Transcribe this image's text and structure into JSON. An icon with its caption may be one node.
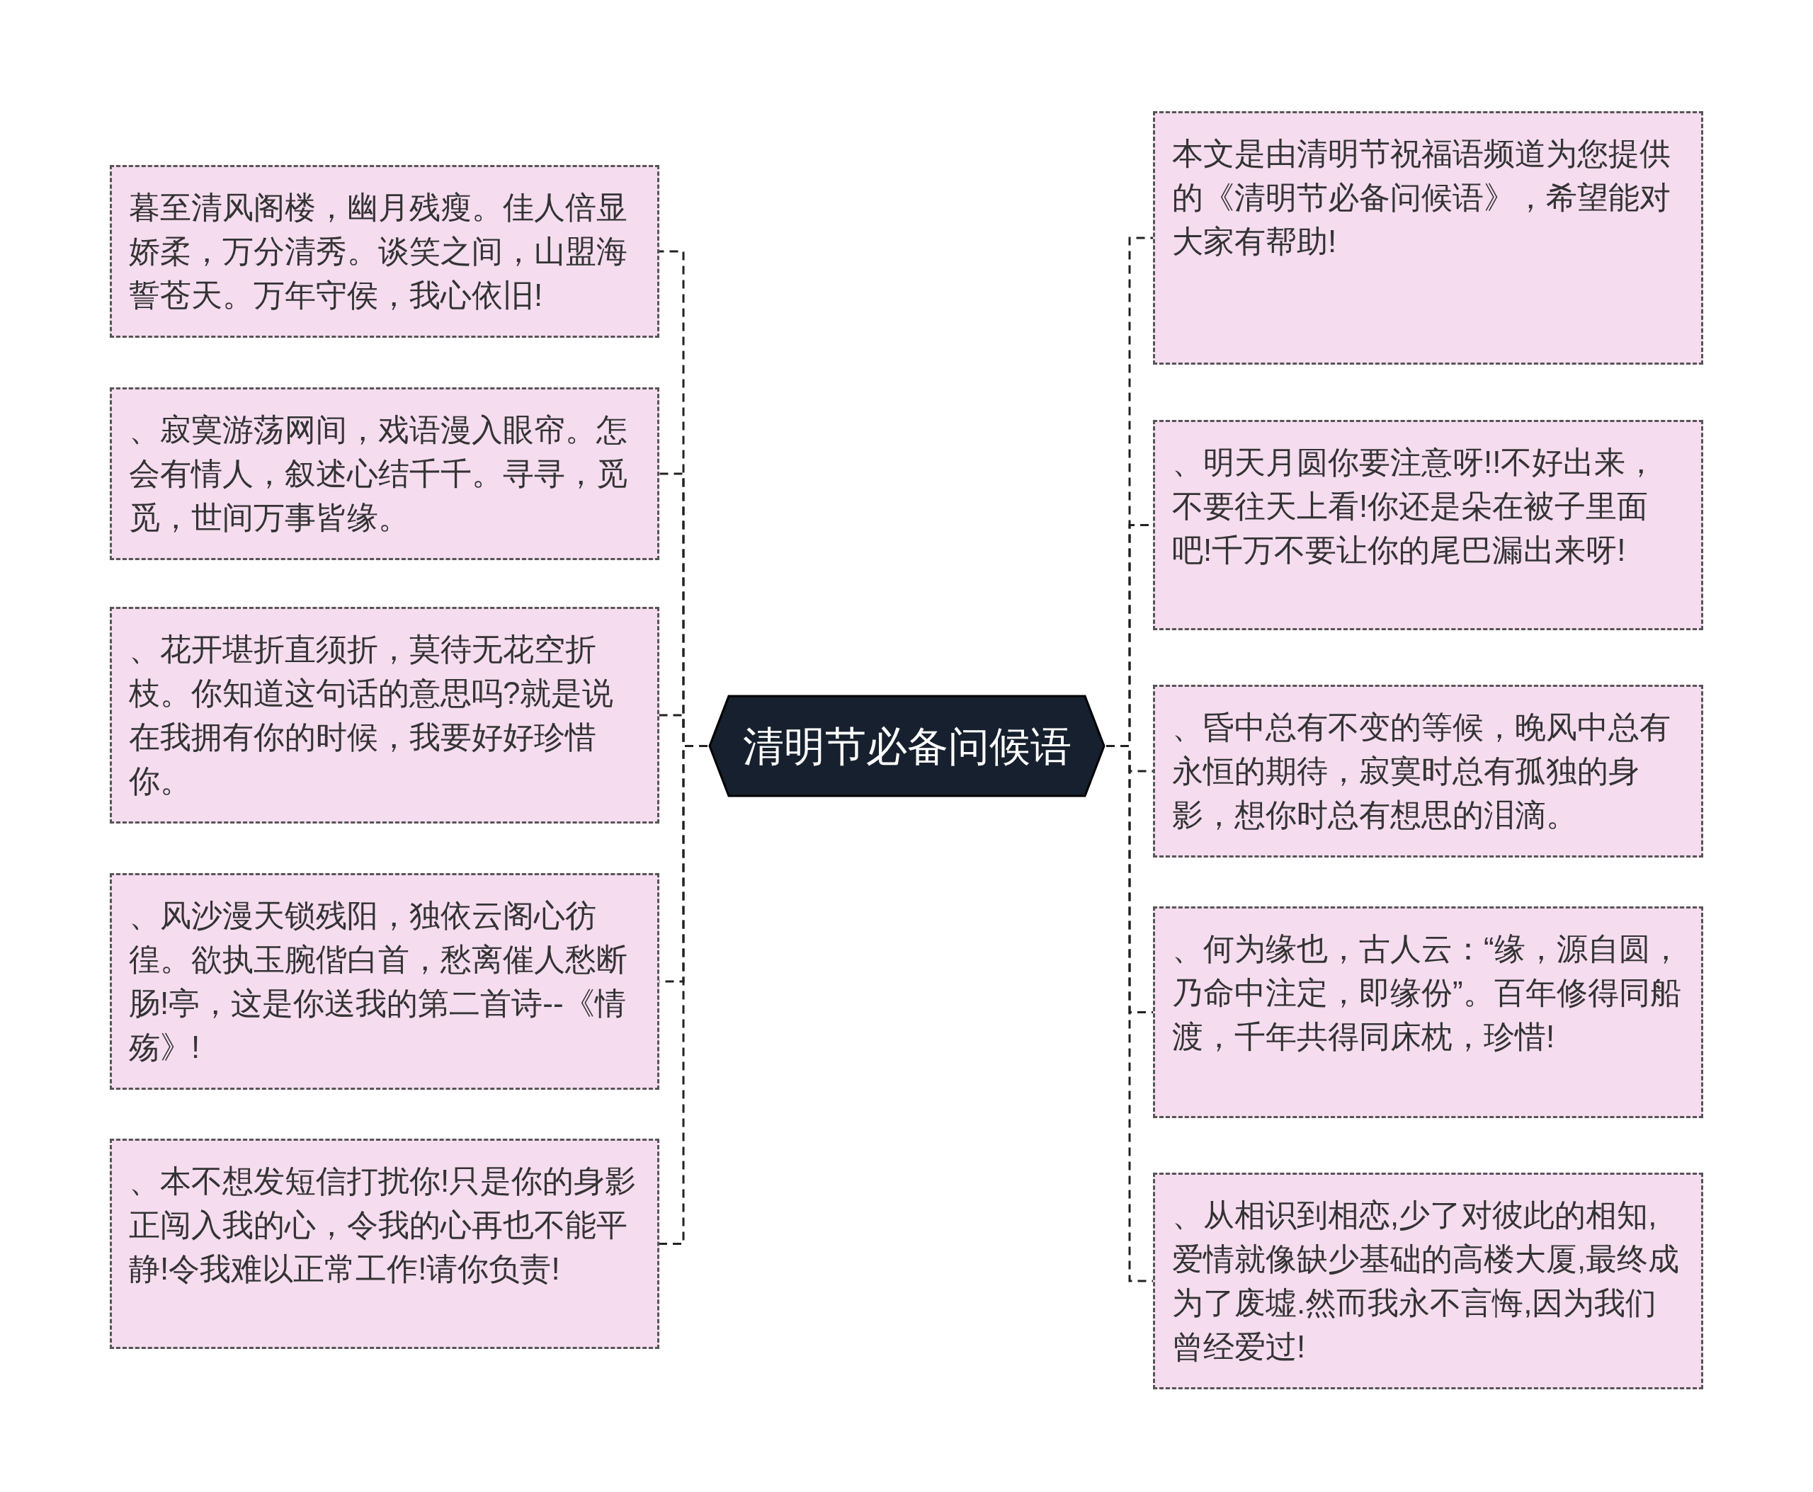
{
  "diagram": {
    "nodes": [
      {
        "text": [
          "清明节必备问候语"
        ]
      },
      {
        "text": [
          "暮至清风阁楼，幽月残瘦。佳人倍显娇柔，万分清秀。谈笑之间，山盟海誓苍天。万年守侯，我心依旧!"
        ]
      },
      {
        "text": [
          "、寂寞游荡网间，戏语漫入眼帘。怎会有情人，叙述心结千千。寻寻，觅觅，世间万事皆缘。"
        ]
      },
      {
        "text": [
          "、花开堪折直须折，莫待无花空折枝。你知道这句话的意思吗?就是说在我拥有你的时候，我要好好珍惜你。"
        ]
      },
      {
        "text": [
          "、风沙漫天锁残阳，独依云阁心彷徨。欲执玉腕偕白首，愁离催人愁断肠!亭，这是你送我的第二首诗--《情殇》!"
        ]
      },
      {
        "text": [
          "、本不想发短信打扰你!只是你的身影正闯入我的心，令我的心再也不能平静!令我难以正常工作!请你负责!"
        ]
      },
      {
        "text": [
          "本文是由清明节祝福语频道为您提供的《清明节必备问候语》，希望能对大家有帮助!"
        ]
      },
      {
        "text": [
          "、明天月圆你要注意呀!!不好出来，不要往天上看!你还是朵在被子里面吧!千万不要让你的尾巴漏出来呀!"
        ]
      },
      {
        "text": [
          "、昏中总有不变的等候，晚风中总有永恒的期待，寂寞时总有孤独的身影，想你时总有想思的泪滴。"
        ]
      },
      {
        "text": [
          "、何为缘也，古人云：“缘，源自圆，乃命中注定，即缘份”。百年修得同船渡，千年共得同床枕，珍惜!"
        ]
      },
      {
        "text": [
          "、从相识到相恋,少了对彼此的相知,爱情就像缺少基础的高楼大厦,最终成为了废墟.然而我永不言悔,因为我们曾经爱过!"
        ]
      }
    ],
    "edges": [
      {
        "from": 0,
        "to": 1,
        "arrow": "none",
        "style": "dashed"
      },
      {
        "from": 0,
        "to": 2,
        "arrow": "none",
        "style": "dashed"
      },
      {
        "from": 0,
        "to": 3,
        "arrow": "none",
        "style": "dashed"
      },
      {
        "from": 0,
        "to": 4,
        "arrow": "none",
        "style": "dashed"
      },
      {
        "from": 0,
        "to": 5,
        "arrow": "none",
        "style": "dashed"
      },
      {
        "from": 0,
        "to": 6,
        "arrow": "none",
        "style": "dashed"
      },
      {
        "from": 0,
        "to": 7,
        "arrow": "none",
        "style": "dashed"
      },
      {
        "from": 0,
        "to": 8,
        "arrow": "none",
        "style": "dashed"
      },
      {
        "from": 0,
        "to": 9,
        "arrow": "none",
        "style": "dashed"
      },
      {
        "from": 0,
        "to": 10,
        "arrow": "none",
        "style": "dashed"
      }
    ]
  }
}
